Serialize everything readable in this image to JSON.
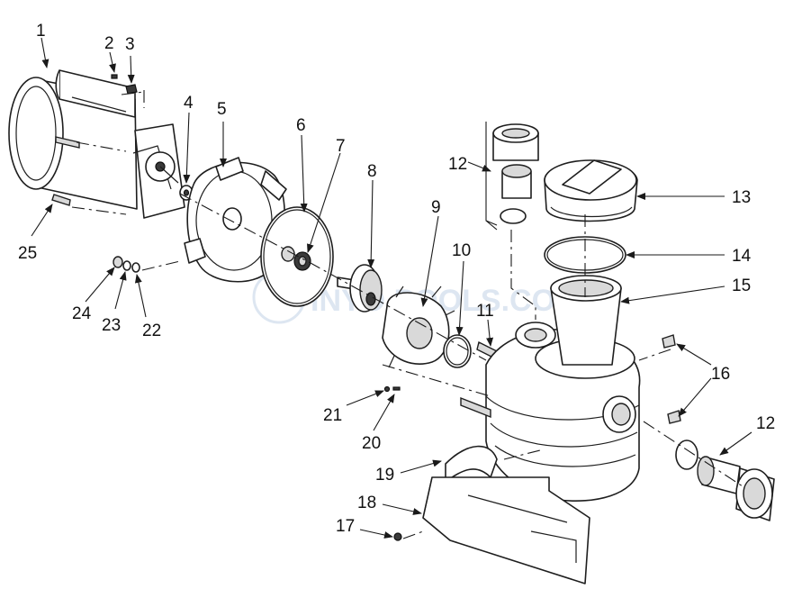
{
  "diagram": {
    "callouts": [
      "1",
      "2",
      "3",
      "4",
      "5",
      "6",
      "7",
      "8",
      "9",
      "10",
      "11",
      "12",
      "12",
      "13",
      "14",
      "15",
      "16",
      "17",
      "18",
      "19",
      "20",
      "21",
      "22",
      "23",
      "24",
      "25"
    ],
    "watermark": "INYO POOLS.COM"
  }
}
